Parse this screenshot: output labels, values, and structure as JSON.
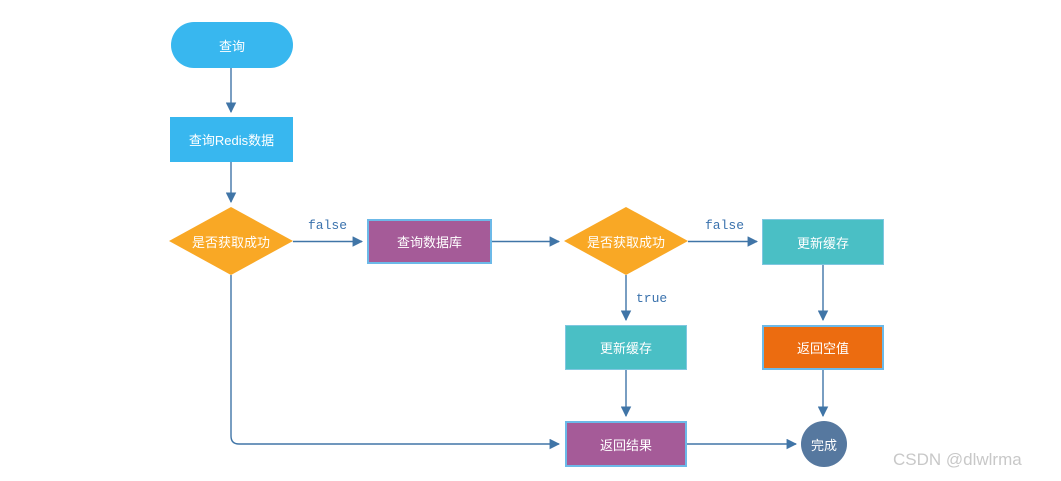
{
  "nodes": {
    "start": {
      "label": "查询",
      "shape": "rounded",
      "color": "#38b7ef"
    },
    "query_redis": {
      "label": "查询Redis数据",
      "shape": "rect",
      "color": "#38b7ef"
    },
    "decision1": {
      "label": "是否获取成功",
      "shape": "diamond",
      "color": "#f9a825"
    },
    "query_db": {
      "label": "查询数据库",
      "shape": "rect",
      "color": "#a55b98"
    },
    "decision2": {
      "label": "是否获取成功",
      "shape": "diamond",
      "color": "#f9a825"
    },
    "update_cache_top": {
      "label": "更新缓存",
      "shape": "rect",
      "color": "#4abfc5"
    },
    "update_cache_mid": {
      "label": "更新缓存",
      "shape": "rect",
      "color": "#4abfc5"
    },
    "return_empty": {
      "label": "返回空值",
      "shape": "rect",
      "color": "#ec6c10"
    },
    "return_result": {
      "label": "返回结果",
      "shape": "rect",
      "color": "#a55b98"
    },
    "done": {
      "label": "完成",
      "shape": "circle",
      "color": "#56789f"
    }
  },
  "edge_labels": {
    "decision1_false": "false",
    "decision2_false": "false",
    "decision2_true": "true"
  },
  "edges": [
    {
      "from": "start",
      "to": "query_redis"
    },
    {
      "from": "query_redis",
      "to": "decision1"
    },
    {
      "from": "decision1",
      "to": "query_db",
      "label": "false"
    },
    {
      "from": "query_db",
      "to": "decision2"
    },
    {
      "from": "decision2",
      "to": "update_cache_top",
      "label": "false"
    },
    {
      "from": "update_cache_top",
      "to": "return_empty"
    },
    {
      "from": "return_empty",
      "to": "done"
    },
    {
      "from": "decision2",
      "to": "update_cache_mid",
      "label": "true"
    },
    {
      "from": "update_cache_mid",
      "to": "return_result"
    },
    {
      "from": "decision1",
      "to": "return_result"
    },
    {
      "from": "return_result",
      "to": "done"
    }
  ],
  "watermark": "CSDN @dlwlrma",
  "colors": {
    "sky_blue": "#38b7ef",
    "diamond_orange": "#f9a825",
    "purple": "#a55b98",
    "teal": "#4abfc5",
    "deep_orange": "#ec6c10",
    "slate_circle": "#56789f",
    "edge_line": "#4075a7",
    "edge_label_text": "#3a72ad",
    "node_border_blue": "#6cb9e8",
    "watermark_gray": "#c8c8c8"
  }
}
